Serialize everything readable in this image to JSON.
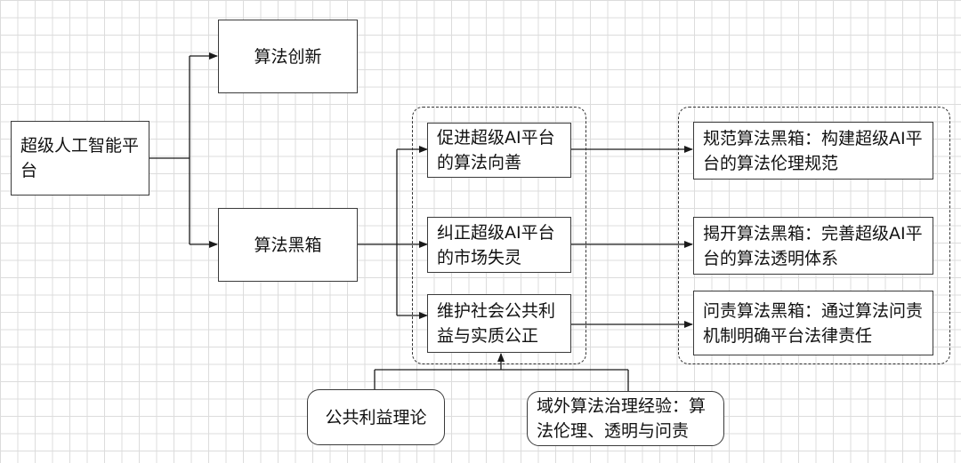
{
  "nodes": {
    "platform": "超级人工智能平台",
    "innovation": "算法创新",
    "blackbox": "算法黑箱",
    "goal1": "促进超级AI平台的算法向善",
    "goal2": "纠正超级AI平台的市场失灵",
    "goal3": "维护社会公共利益与实质公正",
    "measure1": "规范算法黑箱：构建超级AI平台的算法伦理规范",
    "measure2": "揭开算法黑箱：完善超级AI平台的算法透明体系",
    "measure3": "问责算法黑箱：通过算法问责机制明确平台法律责任",
    "theory": "公共利益理论",
    "foreign": "域外算法治理经验：算法伦理、透明与问责"
  },
  "line_color": "#1a1a1a"
}
